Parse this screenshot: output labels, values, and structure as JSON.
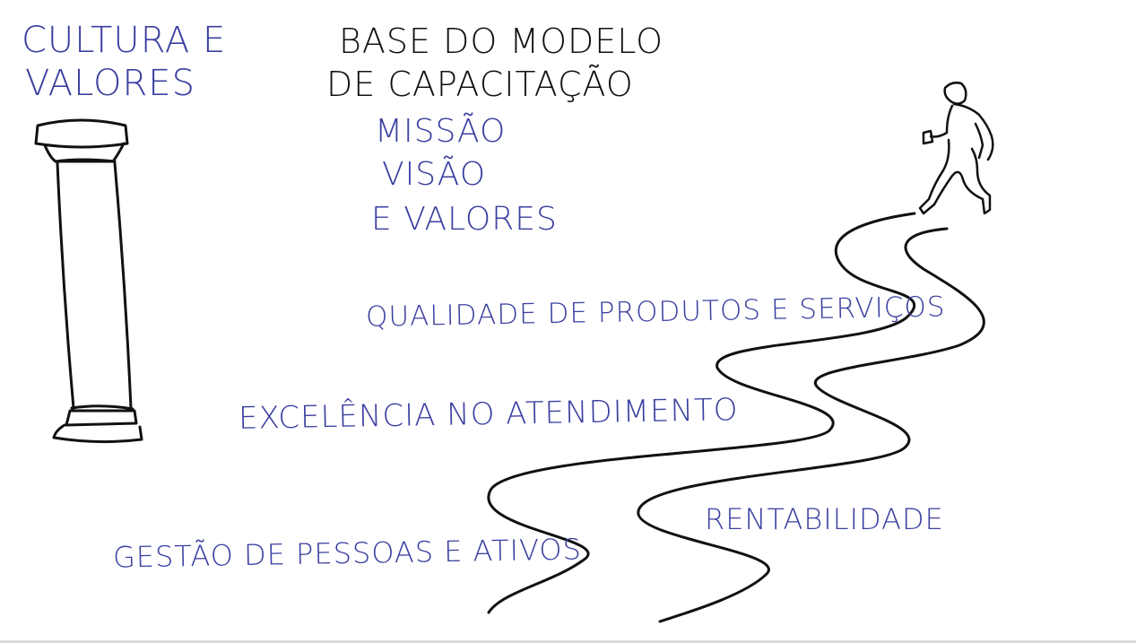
{
  "pillar_title": {
    "line1": "CULTURA E",
    "line2": "VALORES"
  },
  "main_title": {
    "line1": "BASE DO MODELO",
    "line2": "DE CAPACITAÇÃO"
  },
  "mission": {
    "line1": "MISSÃO",
    "line2": "VISÃO",
    "line3": "E VALORES"
  },
  "path_labels": {
    "quality": "QUALIDADE DE PRODUTOS E SERVIÇOS",
    "excellence": "EXCELÊNCIA NO ATENDIMENTO",
    "profitability": "RENTABILIDADE",
    "management": "GESTÃO DE PESSOAS E ATIVOS"
  },
  "colors": {
    "ink_blue": "#3a3fa0",
    "ink_black": "#111111",
    "background": "#ffffff"
  },
  "icons": [
    "column-icon",
    "winding-road-icon",
    "walking-person-icon"
  ]
}
